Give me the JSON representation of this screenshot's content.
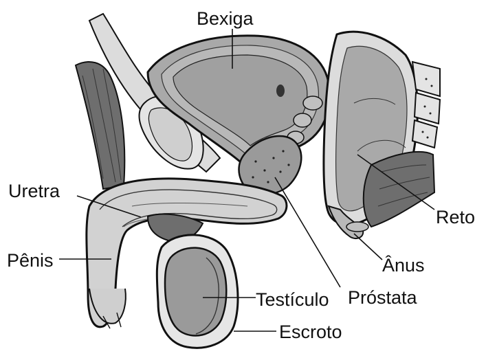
{
  "diagram": {
    "labels": {
      "bladder": "Bexiga",
      "urethra": "Uretra",
      "penis": "Pênis",
      "rectum": "Reto",
      "anus": "Ânus",
      "testicle": "Testículo",
      "prostate": "Próstata",
      "scrotum": "Escroto"
    }
  },
  "colors": {
    "ink": "#111111",
    "tissue_light": "#dcdcdc",
    "tissue_mid": "#b8b8b8",
    "tissue_dark": "#6e6e6e",
    "organ_fill": "#a9a9a9",
    "background": "#ffffff"
  }
}
